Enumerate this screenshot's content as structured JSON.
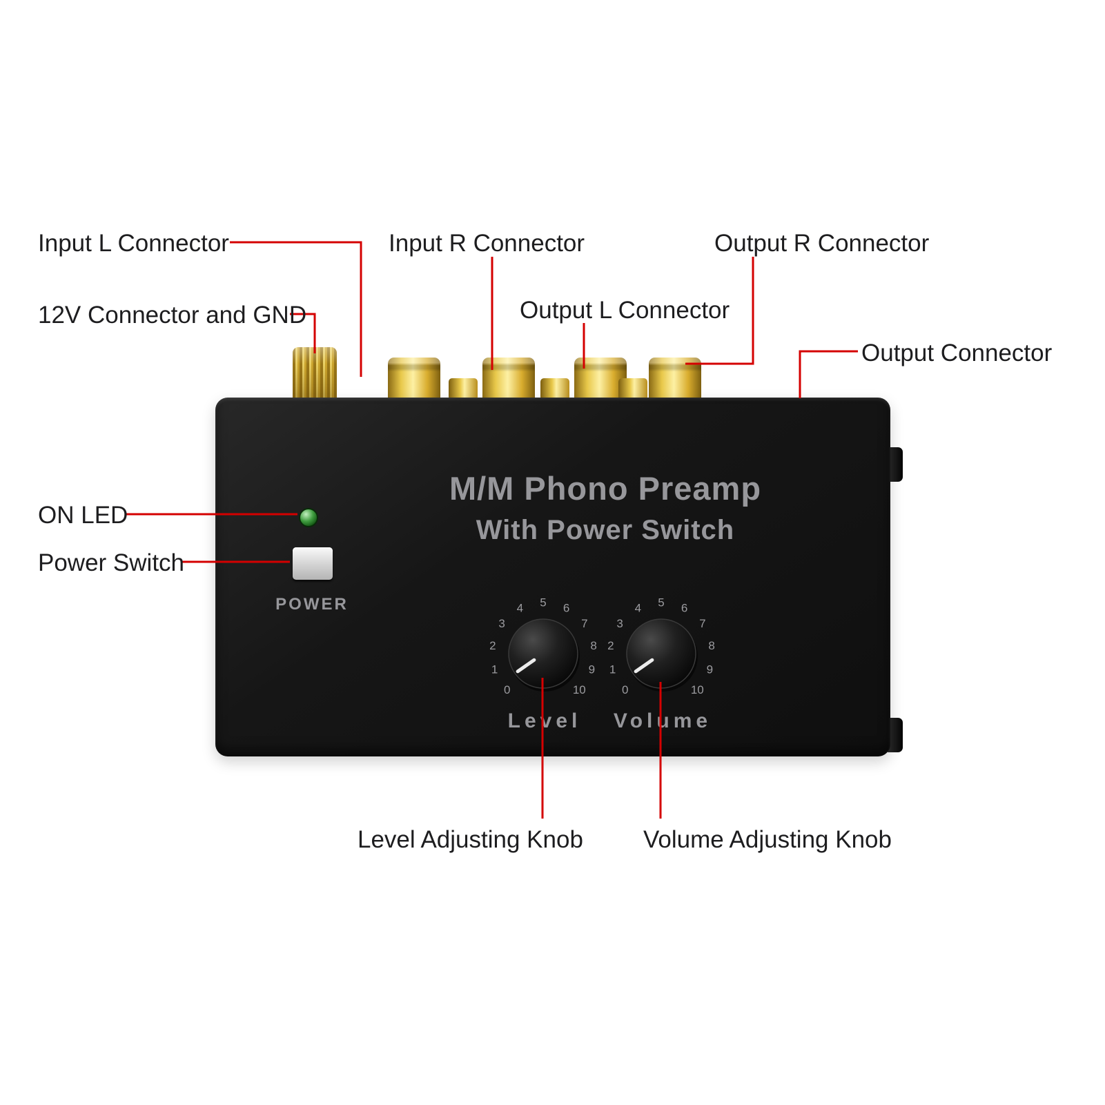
{
  "colors": {
    "background": "#ffffff",
    "callout": "#d40000",
    "label_text": "#1d1d1f",
    "device_body_dark": "#0f0f0f",
    "device_body_light": "#282828",
    "device_text": "#97979b",
    "gold_dark": "#8a6a14",
    "gold_light": "#fdf0a4",
    "led_green": "#3f9c3f"
  },
  "callouts": {
    "input_l": "Input L Connector",
    "input_r": "Input R Connector",
    "output_r": "Output R Connector",
    "v12_gnd": "12V Connector and GND",
    "output_l": "Output L Connector",
    "output": "Output Connector",
    "on_led": "ON LED",
    "power_switch": "Power Switch",
    "level_knob": "Level Adjusting Knob",
    "volume_knob": "Volume Adjusting Knob"
  },
  "device": {
    "title_line1": "M/M Phono Preamp",
    "title_line2": "With Power Switch",
    "power_label": "POWER",
    "knobs": [
      {
        "name": "Level",
        "ticks": [
          "0",
          "1",
          "2",
          "3",
          "4",
          "5",
          "6",
          "7",
          "8",
          "9",
          "10"
        ],
        "pointer_angle_deg": 215
      },
      {
        "name": "Volume",
        "ticks": [
          "0",
          "1",
          "2",
          "3",
          "4",
          "5",
          "6",
          "7",
          "8",
          "9",
          "10"
        ],
        "pointer_angle_deg": 215
      }
    ]
  }
}
